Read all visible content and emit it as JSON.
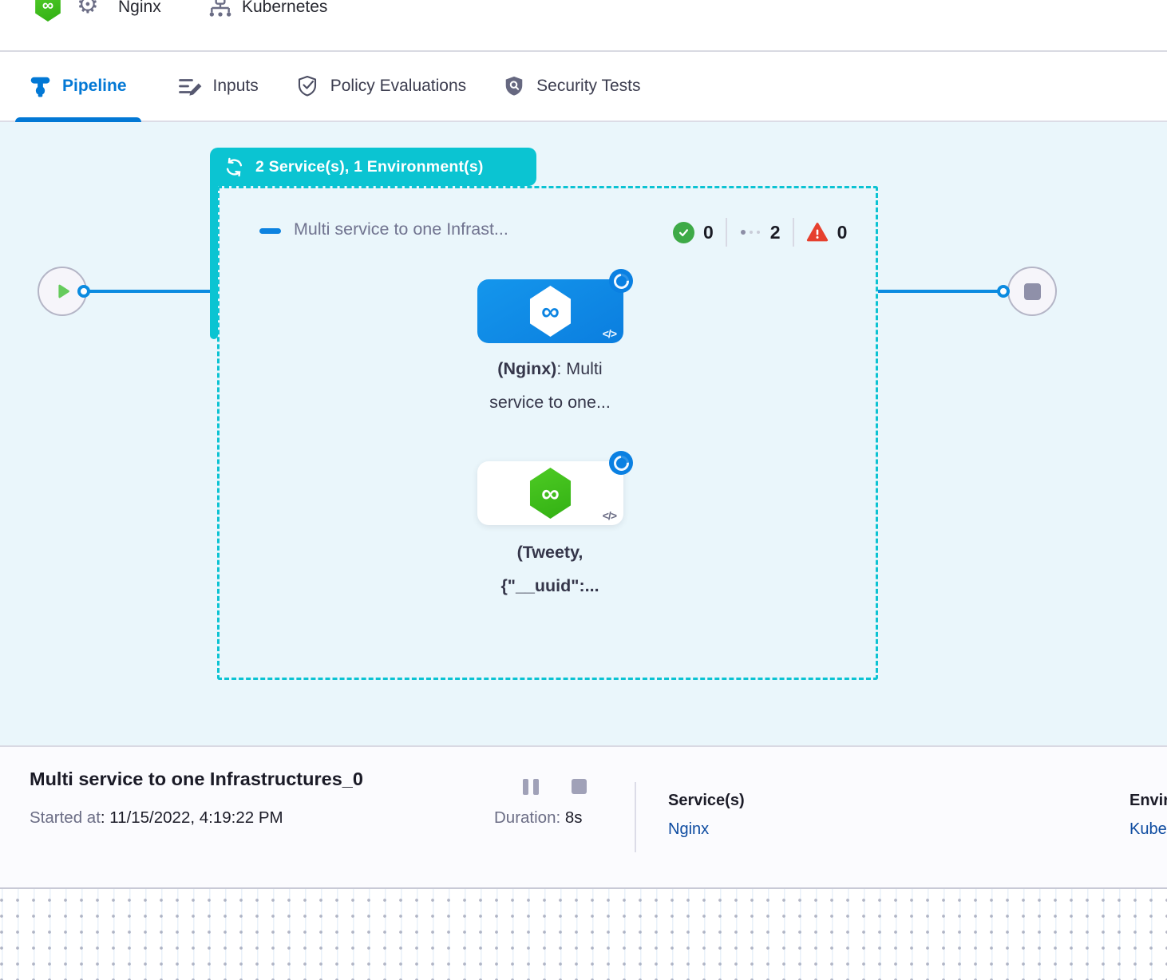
{
  "colors": {
    "accent_blue": "#0278d5",
    "teal": "#0bc4d2",
    "canvas_bg": "#eaf6fb",
    "node_blue": "#0e89e7",
    "harness_green": "#42c420",
    "success_green": "#3eaa47",
    "error_red": "#e6402e",
    "link_navy": "#0d4ba0"
  },
  "header": {
    "service_name": "Nginx",
    "environment_name": "Kubernetes"
  },
  "tabs": [
    {
      "label": "Pipeline",
      "active": true
    },
    {
      "label": "Inputs",
      "active": false
    },
    {
      "label": "Policy Evaluations",
      "active": false
    },
    {
      "label": "Security Tests",
      "active": false
    }
  ],
  "stage": {
    "badge_label": "2 Service(s), 1 Environment(s)",
    "title": "Multi service to one Infrast...",
    "counts": {
      "success": "0",
      "running": "2",
      "failed": "0"
    }
  },
  "nodes": [
    {
      "line1_bold": "(Nginx)",
      "line1_rest": ": Multi",
      "line2": "service to one...",
      "code_icon": "</>"
    },
    {
      "line1": "(Tweety,",
      "line2": "{\"__uuid\":...",
      "code_icon": "</>"
    }
  ],
  "infinity_glyph": "∞",
  "footer": {
    "title": "Multi service to one Infrastructures_0",
    "started_label": "Started at",
    "started_value": ": 11/15/2022, 4:19:22 PM",
    "duration_label": "Duration:",
    "duration_value": "8s",
    "services_label": "Service(s)",
    "services_value": "Nginx",
    "environments_label": "Environment(s)",
    "environments_value": "Kubernetes"
  }
}
